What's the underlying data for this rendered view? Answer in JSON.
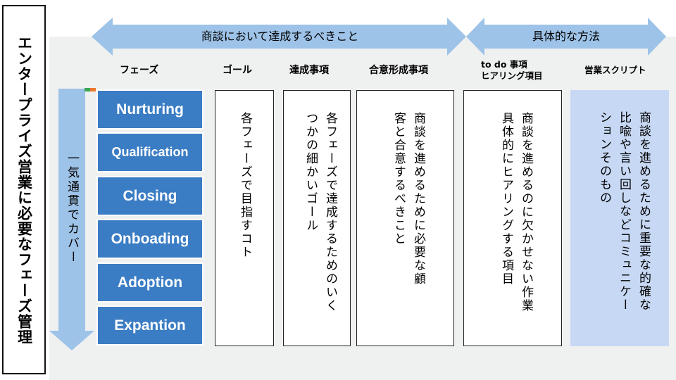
{
  "title": "エンタープライズ営業に必要なフェーズ管理",
  "arrows": {
    "left_label": "商談において達成するべきこと",
    "right_label": "具体的な方法"
  },
  "column_headers": {
    "phase": "フェーズ",
    "goal": "ゴール",
    "achievement": "達成事項",
    "agreement": "合意形成事項",
    "todo_line1": "to do 事項",
    "todo_line2": "ヒアリング項目",
    "script": "営業スクリプト"
  },
  "down_arrow_label": "一気通貫でカバー",
  "phases": [
    "Nurturing",
    "Qualification",
    "Closing",
    "Onboading",
    "Adoption",
    "Expantion"
  ],
  "columns": {
    "goal": "各フェーズで目指すコト",
    "achievement": "各フェーズで達成するためのいくつかの細かいゴール",
    "agreement": "商談を進めるために必要な顧客と合意するべきこと",
    "todo": "商談を進めるのに欠かせない作業具体的にヒアリングする項目",
    "script": "商談を進めるために重要な的確な比喩や言い回しなどコミュニケーションそのもの"
  },
  "colors": {
    "phase_fill": "#3b7dc4",
    "arrow_fill": "#9ec3e8",
    "script_fill": "#c7d8f4",
    "marker_green": "#3aa655",
    "marker_orange": "#e8782b"
  }
}
